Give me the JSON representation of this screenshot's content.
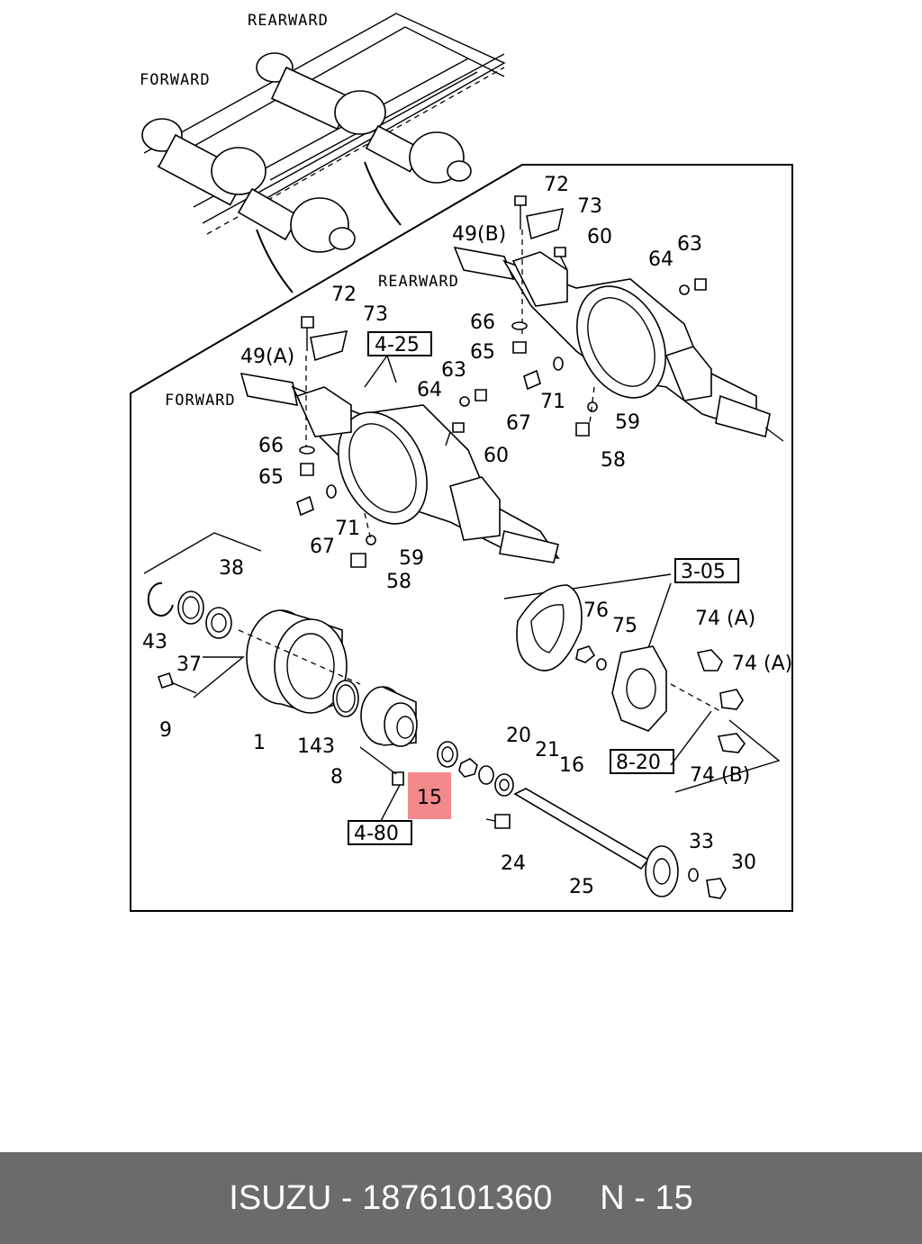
{
  "labels": {
    "rearward_top": "REARWARD",
    "forward_top": "FORWARD",
    "rearward_mid": "REARWARD",
    "forward_mid": "FORWARD",
    "p72a": "72",
    "p73a": "73",
    "p49b": "49(B)",
    "p60a": "60",
    "p64a": "64",
    "p63a": "63",
    "p66a": "66",
    "p65a": "65",
    "p67a": "67",
    "p71a": "71",
    "p59a": "59",
    "p58a": "58",
    "p72b": "72",
    "p73b": "73",
    "p49a": "49(A)",
    "p63b": "63",
    "p64b": "64",
    "p60b": "60",
    "p66b": "66",
    "p65b": "65",
    "p67b": "67",
    "p71b": "71",
    "p59b": "59",
    "p58b": "58",
    "p38": "38",
    "p43": "43",
    "p37": "37",
    "p9": "9",
    "p1": "1",
    "p143": "143",
    "p8": "8",
    "p15": "15",
    "p20": "20",
    "p21": "21",
    "p16": "16",
    "p24": "24",
    "p25": "25",
    "p33": "33",
    "p30": "30",
    "p76": "76",
    "p75": "75",
    "p74a1": "74 (A)",
    "p74a2": "74 (A)",
    "p74b": "74 (B)"
  },
  "refs": {
    "r425": "4-25",
    "r305": "3-05",
    "r820": "8-20",
    "r480": "4-80"
  },
  "highlight": {
    "part": "15",
    "color": "#f4898b"
  },
  "footer": {
    "brand": "ISUZU",
    "sep": " - ",
    "part_number": "1876101360",
    "gap": "     ",
    "position": "N - 15"
  }
}
